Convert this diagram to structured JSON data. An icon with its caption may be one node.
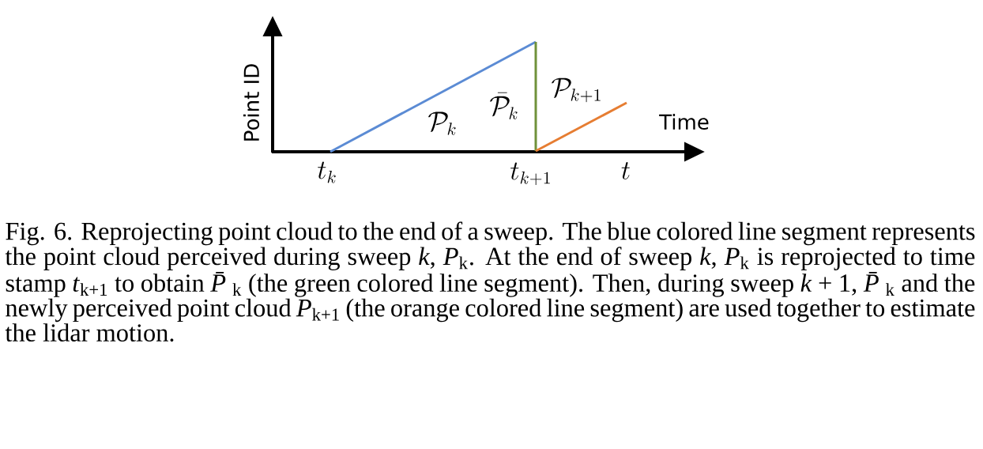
{
  "diagram": {
    "caption": "Fig. 6. Reprojecting point cloud to the end of a sweep. The blue colored line segment represents the point cloud perceived during sweep *k*, *P*$_{k}$. At the end of sweep *k*, *P*$_{k}$ is reprojected to time stamp *t*$_{k+1}$ to obtain *P̄*$_{k}$ (the green colored line segment). Then, during sweep *k* + 1, *P̄*$_{k}$ and the newly perceived point cloud *P*$_{k+1}$ (the orange colored line segment) are used together to estimate the lidar motion.",
    "labels": [
      "Point ID",
      "\\mathcal{P}_{k+1}",
      "\\bar{\\mathcal{P}}_k",
      "\\mathcal{P}_k",
      "Time",
      "t_k",
      "t_{k+1}",
      "t"
    ]
  }
}
